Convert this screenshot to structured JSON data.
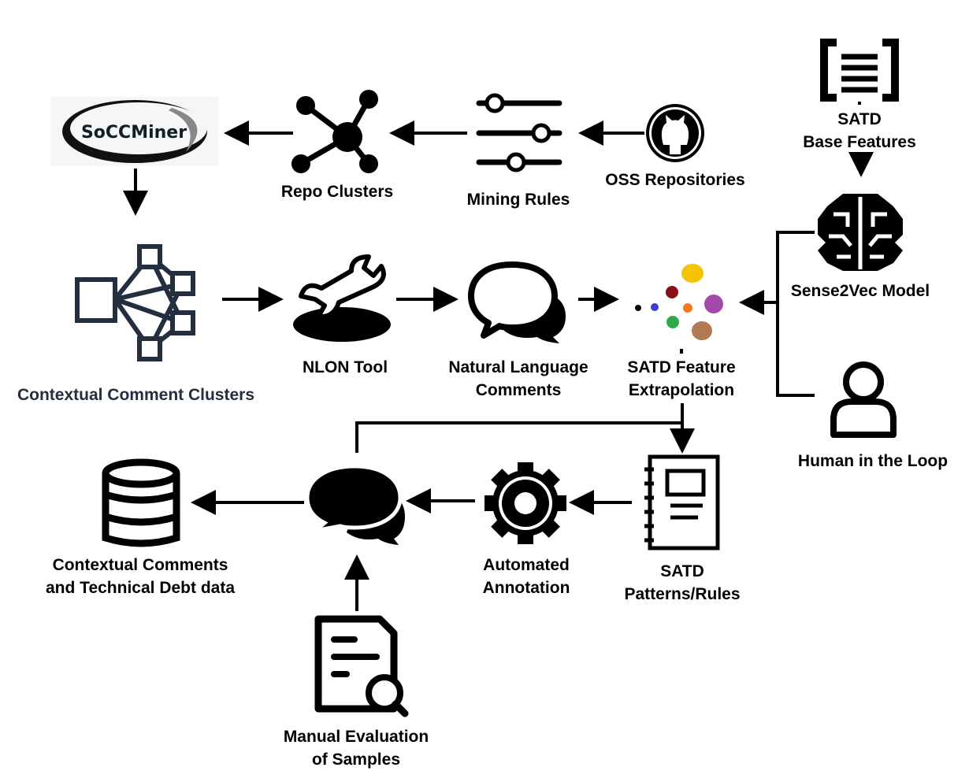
{
  "nodes": {
    "soccminer": {
      "logo_text": "SoCCMiner"
    },
    "repo_clusters": {
      "label": "Repo Clusters"
    },
    "mining_rules": {
      "label": "Mining Rules"
    },
    "oss_repositories": {
      "label": "OSS Repositories"
    },
    "satd_base_features": {
      "label_line1": "SATD",
      "label_line2": "Base Features"
    },
    "contextual_comment_clusters": {
      "label": "Contextual Comment Clusters"
    },
    "nlon_tool": {
      "label": "NLON Tool"
    },
    "natural_language_comments": {
      "label_line1": "Natural Language",
      "label_line2": "Comments"
    },
    "satd_feature_extrapolation": {
      "label_line1": "SATD Feature",
      "label_line2": "Extrapolation"
    },
    "sense2vec_model": {
      "label": "Sense2Vec Model"
    },
    "human_in_the_loop": {
      "label": "Human in the Loop"
    },
    "satd_patterns_rules": {
      "label_line1": "SATD",
      "label_line2": "Patterns/Rules"
    },
    "automated_annotation": {
      "label_line1": "Automated",
      "label_line2": "Annotation"
    },
    "contextual_comments_td_data": {
      "label_line1": "Contextual Comments",
      "label_line2": "and Technical Debt data"
    },
    "manual_evaluation": {
      "label_line1": "Manual Evaluation",
      "label_line2": "of Samples"
    }
  },
  "colors": {
    "icon": "#000000",
    "cluster_icon": "#232f3e",
    "scatter_dots": [
      "#000000",
      "#3a3fd0",
      "#8b0f16",
      "#f5c400",
      "#f47920",
      "#a34aa8",
      "#2eaa4a",
      "#b07a55"
    ]
  }
}
